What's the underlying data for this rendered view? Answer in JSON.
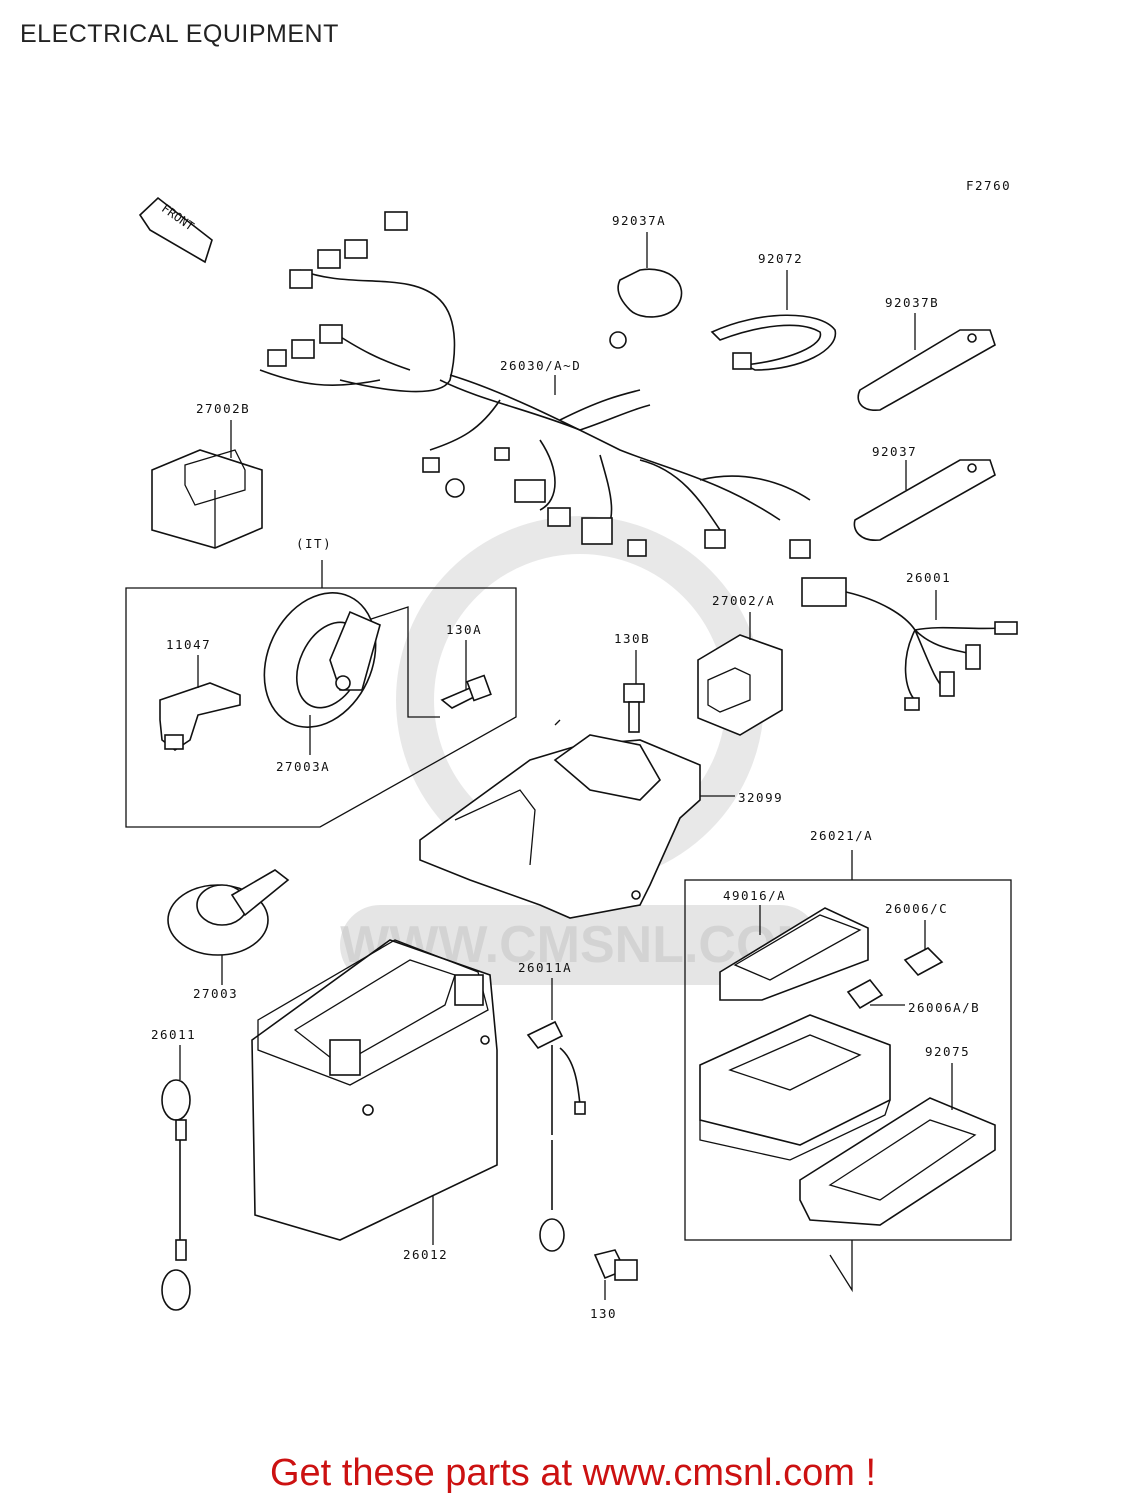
{
  "title": "ELECTRICAL EQUIPMENT",
  "figure_code": "F2760",
  "front_marker": "FRONT",
  "group_label": "(IT)",
  "watermark": "WWW.CMSNL.COM",
  "parts": {
    "p92037A": "92037A",
    "p92072": "92072",
    "p92037B": "92037B",
    "p26030": "26030/A~D",
    "p27002B": "27002B",
    "p92037": "92037",
    "p26001": "26001",
    "p27002A": "27002/A",
    "p11047": "11047",
    "p130A": "130A",
    "p130B": "130B",
    "p27003A": "27003A",
    "p32099": "32099",
    "p26021": "26021/A",
    "p49016": "49016/A",
    "p26006C": "26006/C",
    "p26006AB": "26006A/B",
    "p92075": "92075",
    "p27003": "27003",
    "p26011A": "26011A",
    "p26011": "26011",
    "p26012": "26012",
    "p130": "130"
  },
  "footer": "Get these parts at www.cmsnl.com !"
}
